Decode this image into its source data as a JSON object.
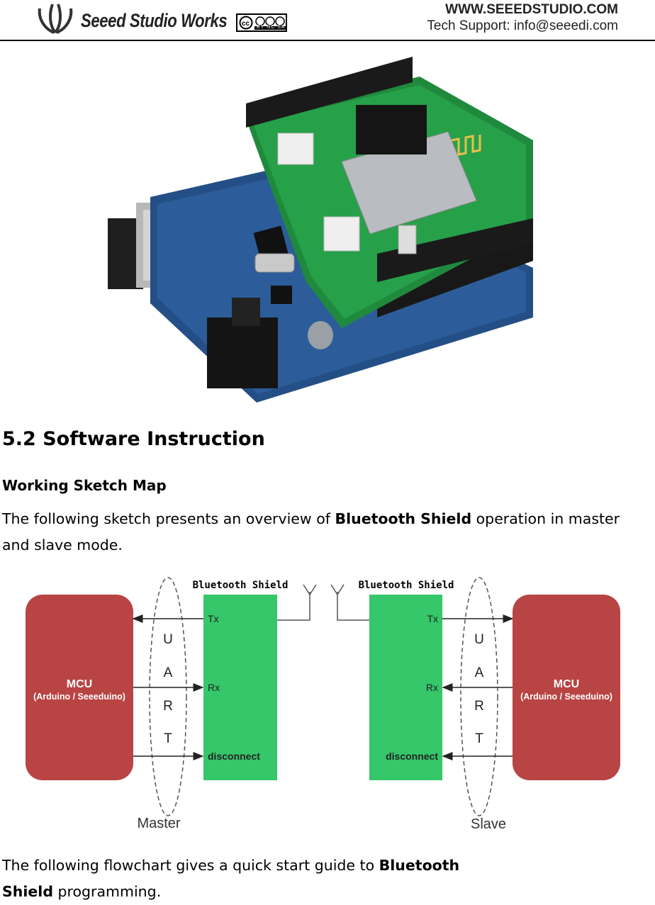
{
  "header": {
    "brand": "Seeed Studio Works",
    "cc_text": "BY  NC  SA",
    "website": "WWW.SEEEDSTUDIO.COM",
    "support": "Tech Support: info@seeedi.com"
  },
  "section": {
    "title": "5.2 Software Instruction",
    "subtitle": "Working Sketch Map",
    "para1_pre": "The following sketch presents an overview of ",
    "para1_bold": "Bluetooth Shield",
    "para1_post": " operation in master and slave mode.",
    "para2_pre": "The following flowchart gives a quick start guide to ",
    "para2_bold": "Bluetooth Shield",
    "para2_post": " programming."
  },
  "diagram": {
    "shield_label": "Bluetooth Shield",
    "mcu_title": "MCU",
    "mcu_sub": "(Arduino / Seeeduino)",
    "pin_tx": "Tx",
    "pin_rx": "Rx",
    "pin_disconnect": "disconnect",
    "uart": [
      "U",
      "A",
      "R",
      "T"
    ],
    "master": "Master",
    "slave": "Slave",
    "colors": {
      "mcu": "#b94444",
      "shield": "#35c76a"
    }
  }
}
